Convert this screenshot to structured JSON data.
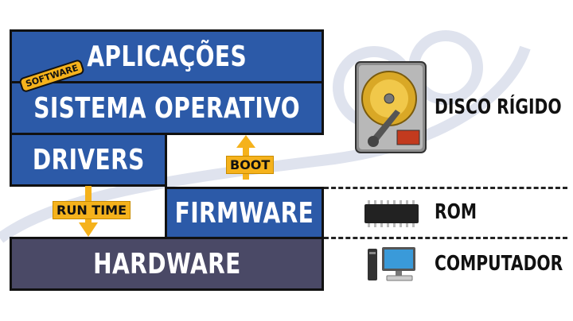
{
  "layers": {
    "aplicacoes": "APLICAÇÕES",
    "sistema_operativo": "SISTEMA OPERATIVO",
    "drivers": "DRIVERS",
    "firmware": "FIRMWARE",
    "hardware": "HARDWARE"
  },
  "badge": "SOFTWARE",
  "arrows": {
    "boot": "BOOT",
    "run_time": "RUN TIME"
  },
  "devices": {
    "disco": "DISCO RÍGIDO",
    "rom": "ROM",
    "computador": "COMPUTADOR"
  },
  "icons": [
    "hard-disk-icon",
    "rom-chip-icon",
    "computer-icon"
  ],
  "colors": {
    "layer_blue": "#2c5aa8",
    "hardware_purple": "#4a4966",
    "accent_yellow": "#f5b21c"
  }
}
